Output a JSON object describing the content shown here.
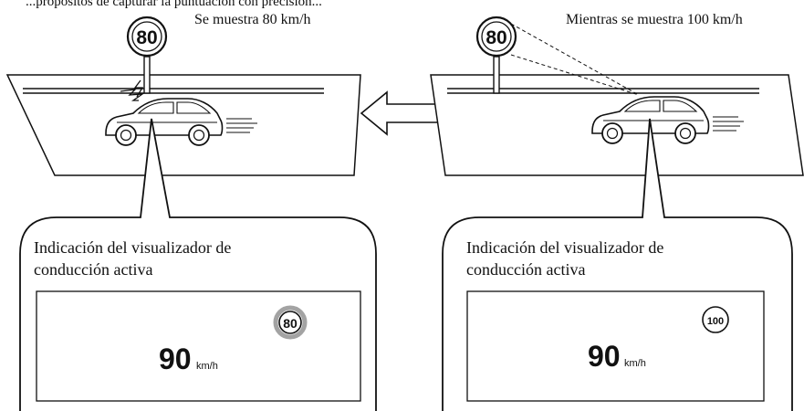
{
  "top_cut_text": "...propósitos de capturar la puntuación con precisión...",
  "left_panel": {
    "caption": "Se muestra 80 km/h",
    "road_sign_value": "80",
    "callout_title_line1": "Indicación del visualizador de",
    "callout_title_line2": "conducción activa",
    "hud_speed": "90",
    "hud_unit": "km/h",
    "hud_sign_value": "80"
  },
  "right_panel": {
    "caption": "Mientras se muestra 100 km/h",
    "road_sign_value": "80",
    "callout_title_line1": "Indicación del visualizador de",
    "callout_title_line2": "conducción activa",
    "hud_speed": "90",
    "hud_unit": "km/h",
    "hud_sign_value": "100"
  },
  "colors": {
    "line": "#1a1a1a",
    "halo": "#9a9a9a"
  }
}
